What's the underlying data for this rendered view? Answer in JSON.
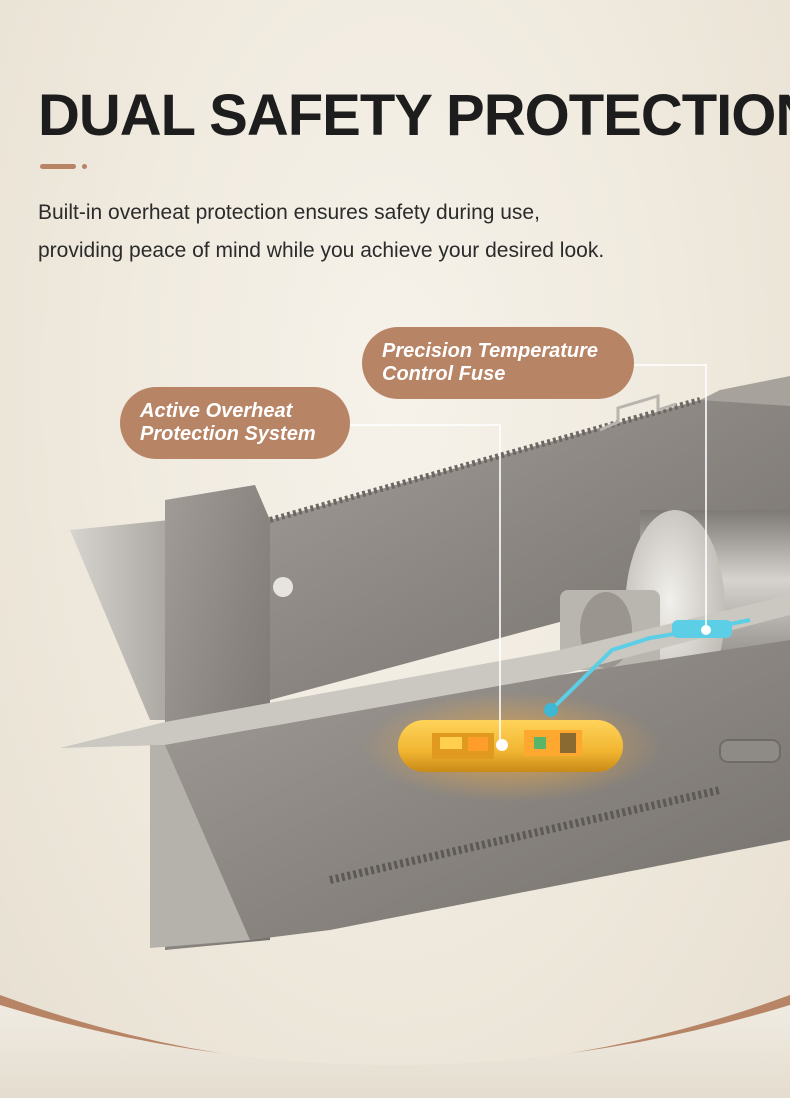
{
  "header": {
    "title": "DUAL SAFETY PROTECTION",
    "description_lines": [
      "Built-in overheat protection ensures safety during use,",
      "providing peace of mind while you achieve your desired look."
    ]
  },
  "callouts": {
    "left": {
      "line1": "Active Overheat",
      "line2": "Protection System"
    },
    "right": {
      "line1": "Precision Temperature",
      "line2": "Control Fuse"
    }
  },
  "colors": {
    "accent": "#b88466",
    "text_dark": "#1d1d1d",
    "background": "#f3efe6",
    "metal": "#8f8a85",
    "gold_component": "#f1b531",
    "blue_sensor": "#5ccfe6"
  },
  "icons": {
    "heater": "heating-element-illustration"
  }
}
